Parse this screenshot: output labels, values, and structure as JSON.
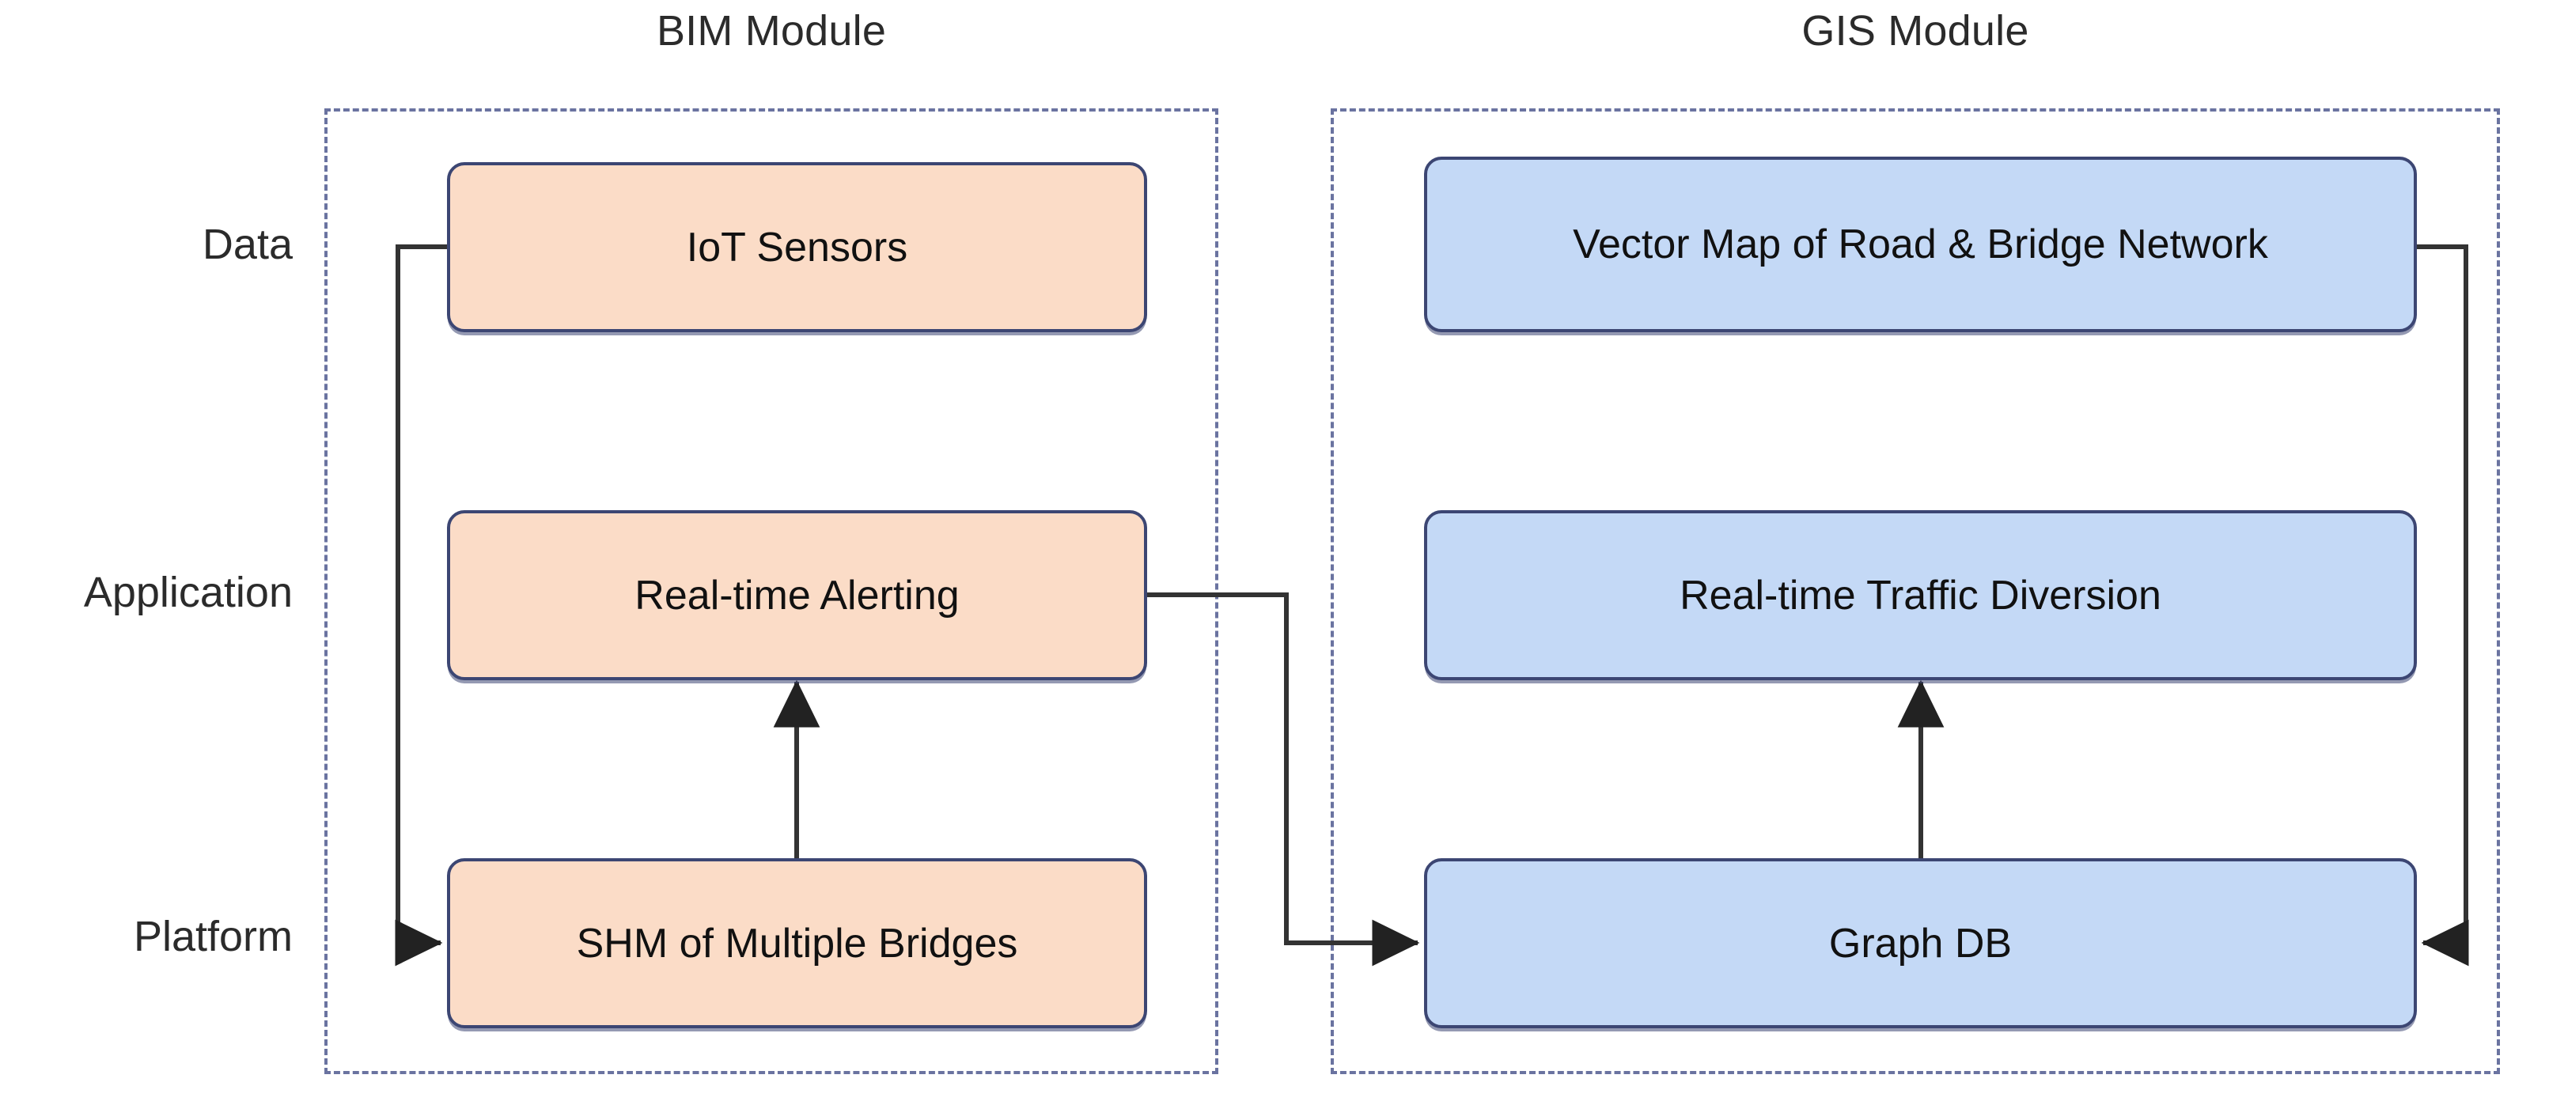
{
  "diagram": {
    "title_row_labels": [
      "Data",
      "Application",
      "Platform"
    ],
    "modules": [
      {
        "id": "bim",
        "title": "BIM Module",
        "accent": "#FBDCC7",
        "border": "#3C4673"
      },
      {
        "id": "gis",
        "title": "GIS Module",
        "accent": "#C4D9F6",
        "border": "#3C4673"
      }
    ],
    "rows": {
      "data": "Data",
      "application": "Application",
      "platform": "Platform"
    },
    "nodes": {
      "bim_data": "IoT Sensors",
      "bim_application": "Real-time Alerting",
      "bim_platform": "SHM of Multiple Bridges",
      "gis_data": "Vector Map of Road & Bridge Network",
      "gis_application": "Real-time Traffic Diversion",
      "gis_platform": "Graph DB"
    },
    "edges": [
      {
        "name": "iot-sensors-to-shm",
        "from": "IoT Sensors",
        "to": "SHM of Multiple Bridges",
        "arrow": true
      },
      {
        "name": "shm-to-real-time-alerting",
        "from": "SHM of Multiple Bridges",
        "to": "Real-time Alerting",
        "arrow": true
      },
      {
        "name": "real-time-alerting-to-graph-db",
        "from": "Real-time Alerting",
        "to": "Graph DB",
        "arrow": true
      },
      {
        "name": "graph-db-to-real-time-traffic-diversion",
        "from": "Graph DB",
        "to": "Real-time Traffic Diversion",
        "arrow": true
      },
      {
        "name": "vector-map-to-graph-db",
        "from": "Vector Map of Road & Bridge Network",
        "to": "Graph DB",
        "arrow": true
      }
    ],
    "colors": {
      "frame_dashed": "#6A73A0",
      "node_border": "#3C4673",
      "bim_fill": "#FBDCC7",
      "gis_fill": "#C4D9F6",
      "connector": "#333333",
      "text": "#111111"
    }
  }
}
